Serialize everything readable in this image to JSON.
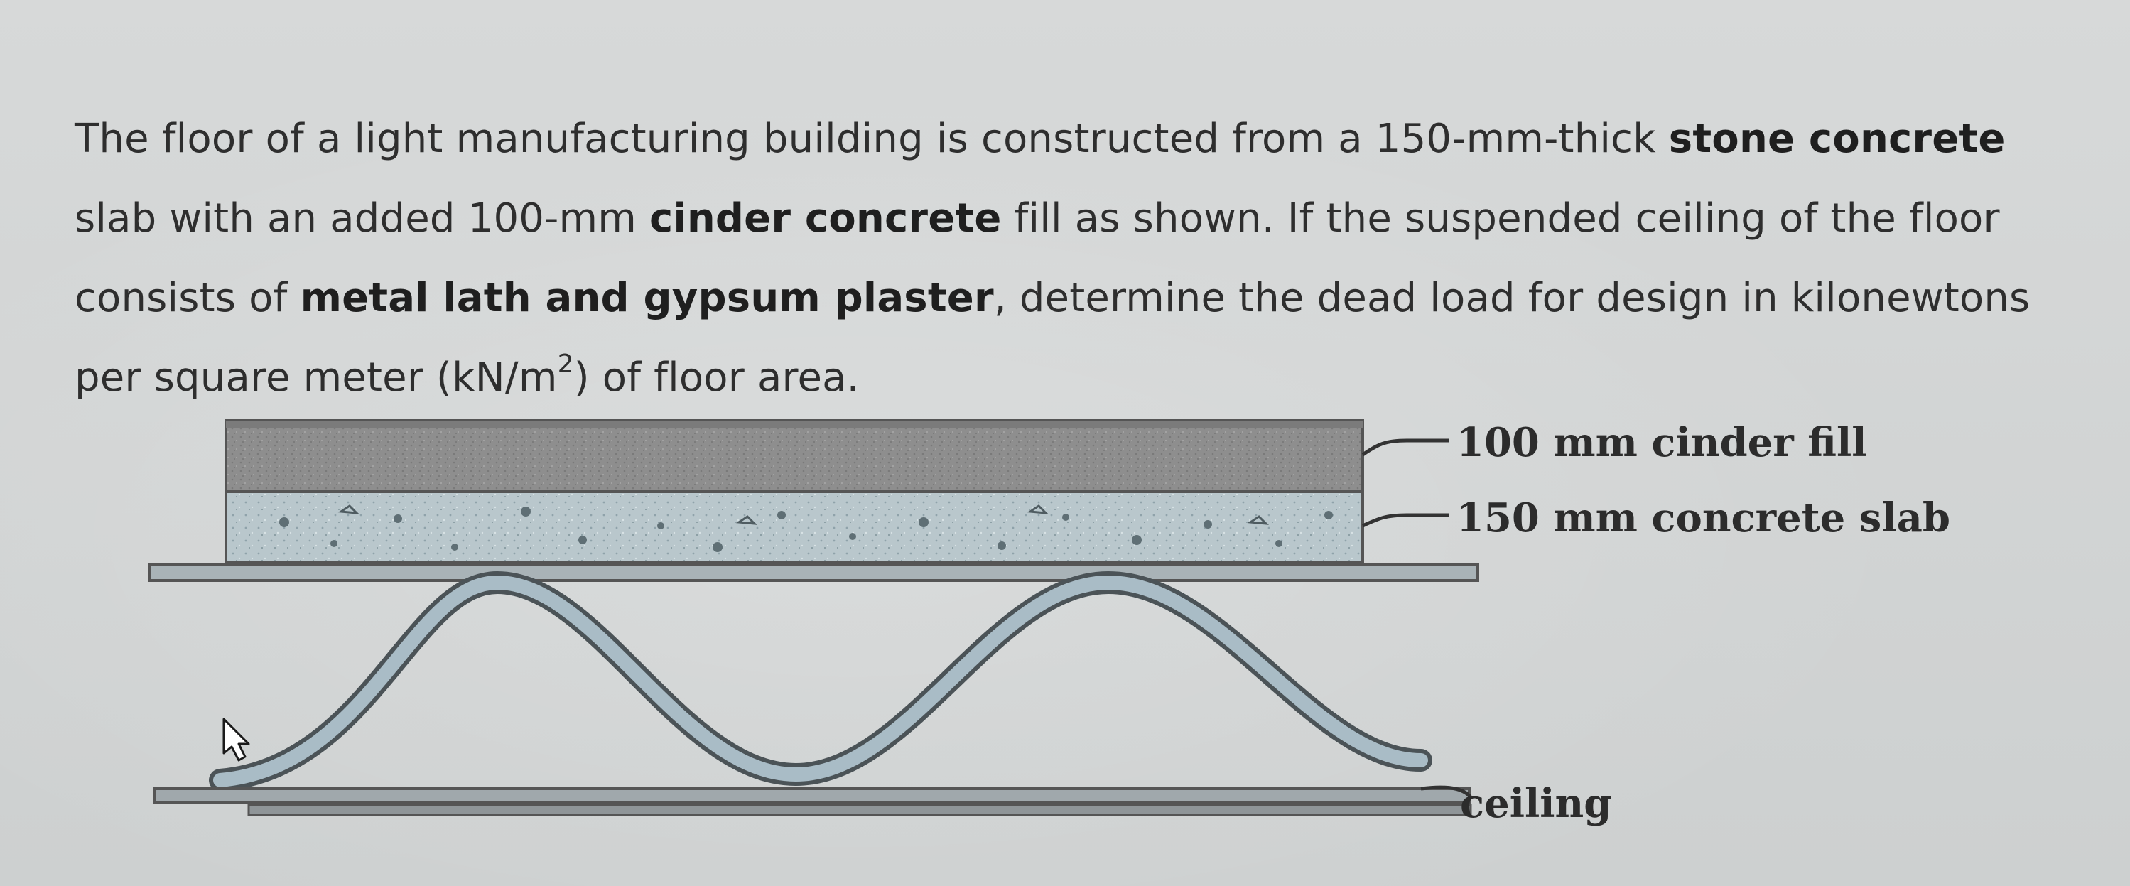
{
  "problem": {
    "segments": [
      {
        "text": "The floor of a light manufacturing building is constructed from a 150-mm-thick ",
        "bold": false
      },
      {
        "text": "stone concrete",
        "bold": true
      },
      {
        "text": " slab with an added 100-mm ",
        "bold": false
      },
      {
        "text": "cinder concrete",
        "bold": true
      },
      {
        "text": " fill as shown. If the suspended ceiling of the floor consists of ",
        "bold": false
      },
      {
        "text": "metal lath and gypsum plaster",
        "bold": true
      },
      {
        "text": ", determine the dead load for design in kilonewtons per square meter (kN/m",
        "bold": false
      },
      {
        "text": "2",
        "sup": true
      },
      {
        "text": ") of floor area.",
        "bold": false
      }
    ]
  },
  "figure": {
    "labels": {
      "cinder_fill": "100 mm cinder fill",
      "concrete_slab": "150 mm concrete slab",
      "ceiling": "ceiling"
    },
    "colors": {
      "cinder_fill": "#8e8e8e",
      "concrete_slab": "#b9c7cc",
      "lath": "#a9bcc6",
      "plate": "#8f9598"
    }
  }
}
